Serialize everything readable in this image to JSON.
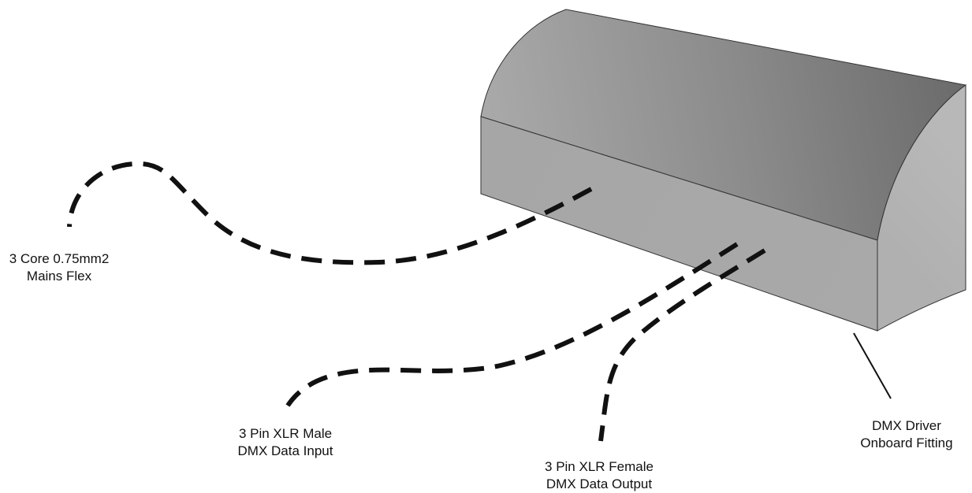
{
  "labels": {
    "mains": {
      "line1": "3 Core 0.75mm2",
      "line2": "Mains Flex"
    },
    "xlr_male": {
      "line1": "3 Pin XLR Male",
      "line2": "DMX Data Input"
    },
    "xlr_female": {
      "line1": "3 Pin XLR Female",
      "line2": "DMX Data Output"
    },
    "driver": {
      "line1": "DMX Driver",
      "line2": "Onboard Fitting"
    }
  },
  "colors": {
    "cable": "#111111",
    "outline": "#333333",
    "front_face": "#a8a8a8",
    "top_face_light": "#a9a9a9",
    "top_face_dark": "#6c6c6c",
    "end_face": "#b3b3b3"
  }
}
